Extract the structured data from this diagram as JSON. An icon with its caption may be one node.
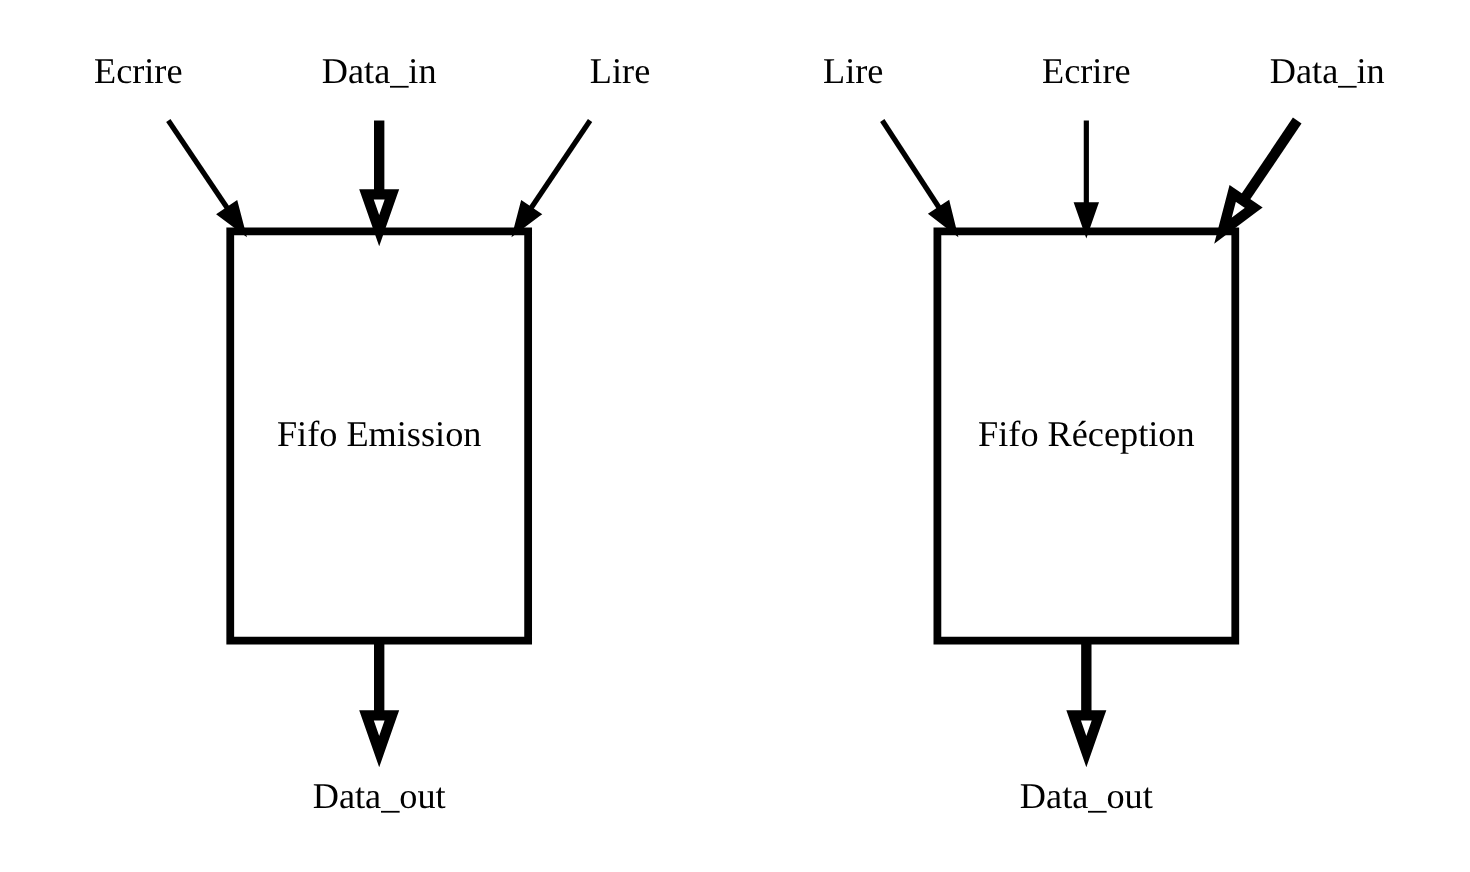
{
  "diagram": {
    "nodes": [
      {
        "text": [
          "Ecrire"
        ]
      },
      {
        "text": [
          "Data_in"
        ]
      },
      {
        "text": [
          "Fifo Emission"
        ]
      },
      {
        "text": [
          "Lire"
        ]
      },
      {
        "text": [
          "Data_out"
        ]
      },
      {
        "text": [
          "Lire"
        ]
      },
      {
        "text": [
          "Data_out"
        ]
      },
      {
        "text": [
          "Fifo Réception"
        ]
      },
      {
        "text": [
          "Ecrire"
        ]
      },
      {
        "text": [
          "Data_in"
        ]
      }
    ],
    "edges": [
      {
        "from": 0,
        "to": 2,
        "arrow": "to"
      },
      {
        "from": 1,
        "to": 2,
        "arrow": "to",
        "style": "thick"
      },
      {
        "from": 3,
        "to": 2,
        "arrow": "to"
      },
      {
        "from": 2,
        "to": 4,
        "arrow": "to",
        "style": "thick"
      },
      {
        "from": 5,
        "to": 7,
        "arrow": "to"
      },
      {
        "from": 7,
        "to": 6,
        "arrow": "to",
        "style": "thick"
      },
      {
        "from": 8,
        "to": 7,
        "arrow": "to"
      },
      {
        "from": 9,
        "to": 7,
        "arrow": "to",
        "style": "thick"
      }
    ]
  }
}
